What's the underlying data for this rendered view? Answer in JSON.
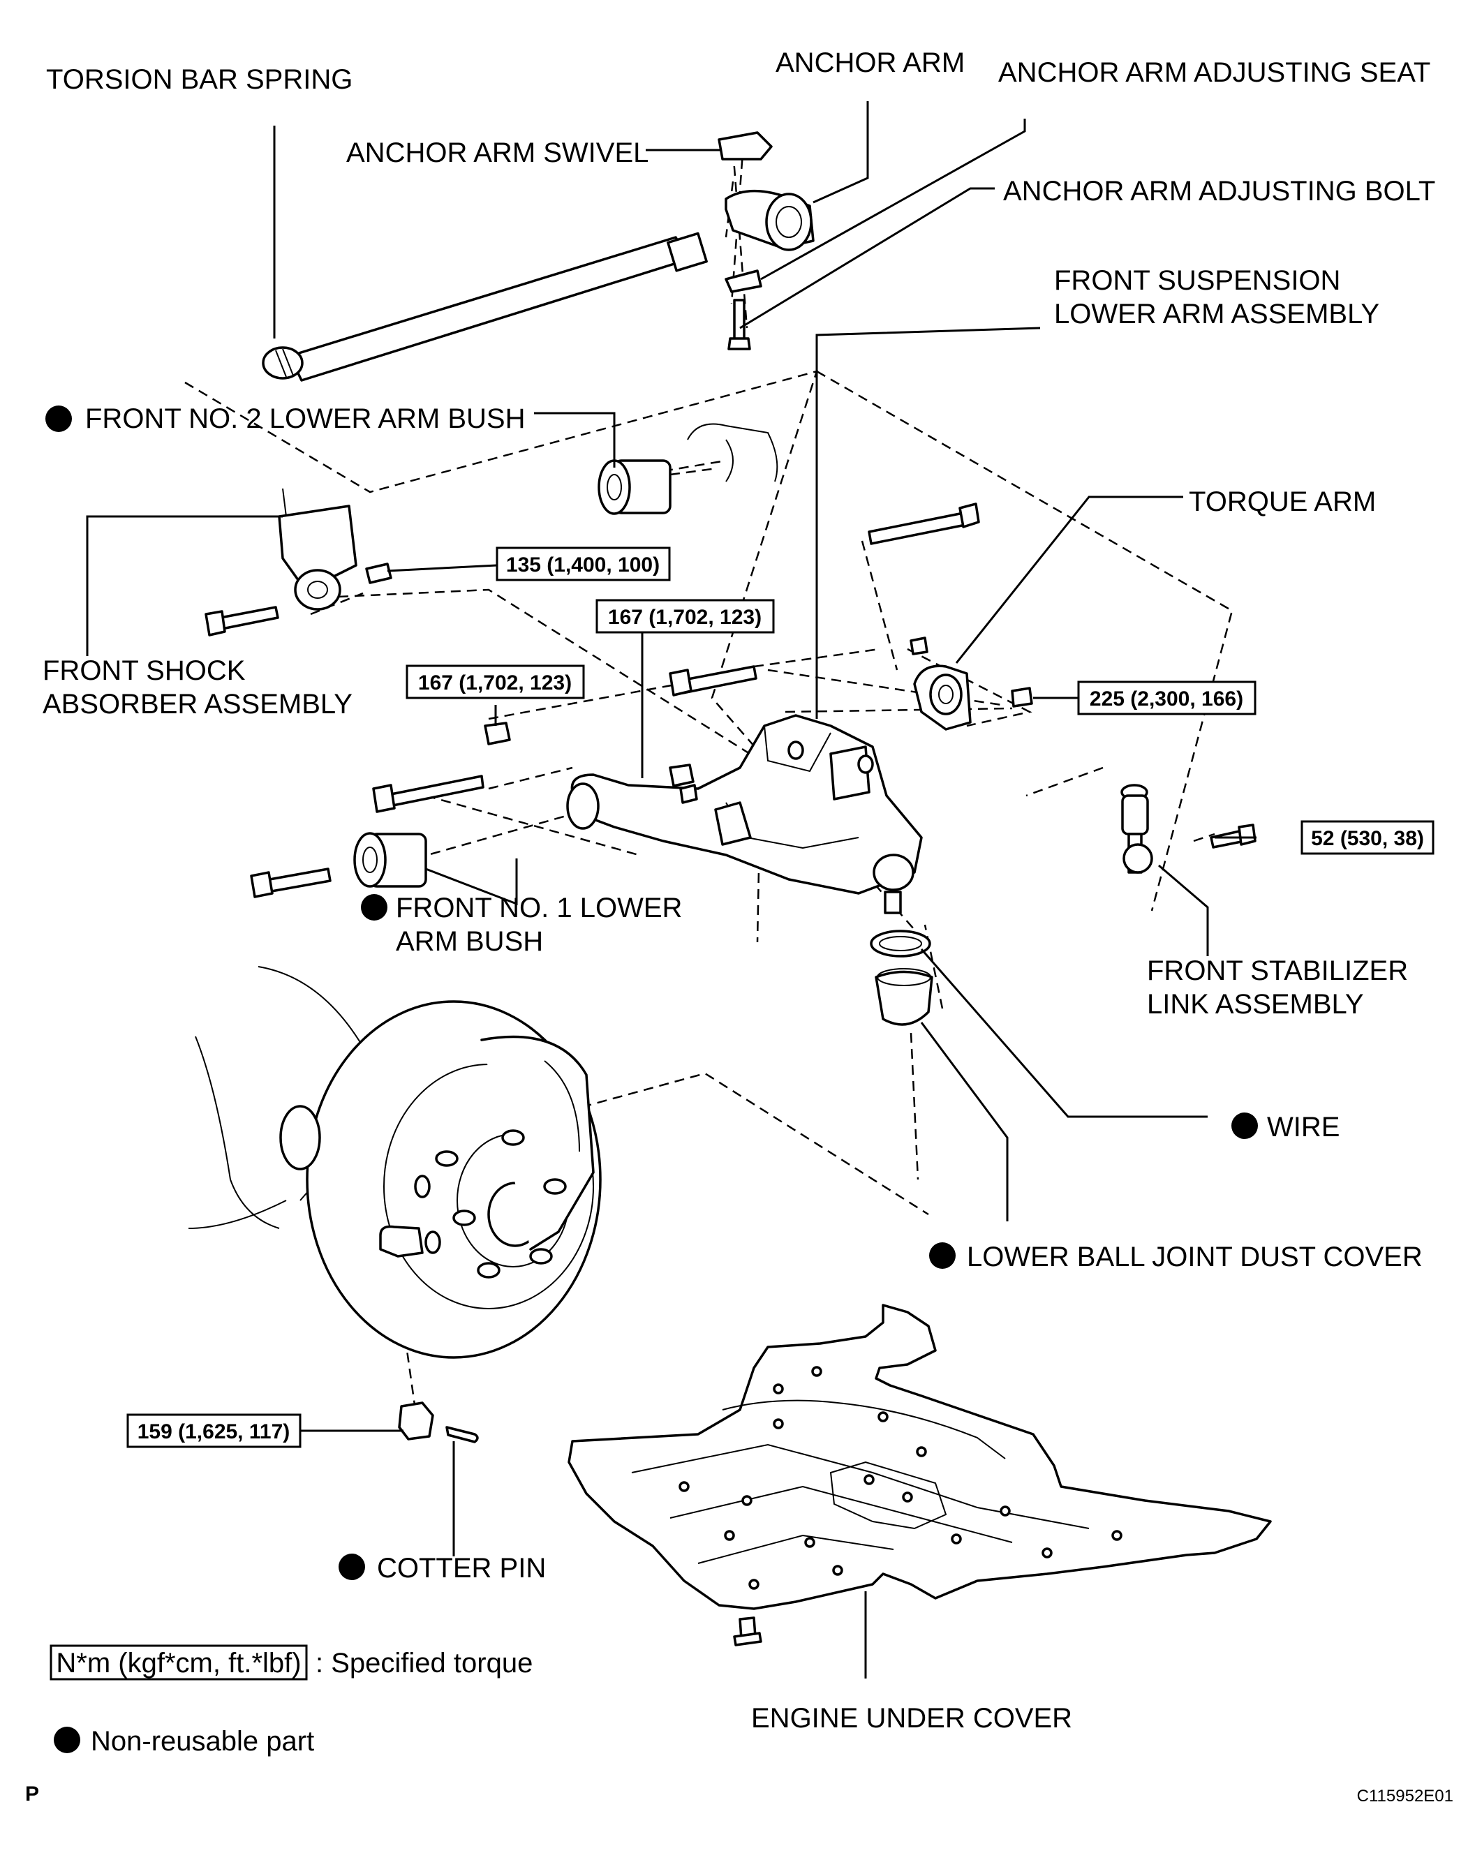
{
  "labels": {
    "torsion_bar_spring": "TORSION BAR SPRING",
    "anchor_arm": "ANCHOR ARM",
    "anchor_arm_adjusting_seat": "ANCHOR ARM ADJUSTING SEAT",
    "anchor_arm_swivel": "ANCHOR ARM SWIVEL",
    "anchor_arm_adjusting_bolt": "ANCHOR ARM ADJUSTING BOLT",
    "front_suspension_lower_arm_1": "FRONT SUSPENSION",
    "front_suspension_lower_arm_2": "LOWER ARM ASSEMBLY",
    "front_no2_lower_arm_bush": "FRONT NO. 2 LOWER ARM BUSH",
    "torque_arm": "TORQUE ARM",
    "front_shock_absorber_1": "FRONT SHOCK",
    "front_shock_absorber_2": "ABSORBER ASSEMBLY",
    "front_no1_lower_arm_bush_1": "FRONT NO. 1 LOWER",
    "front_no1_lower_arm_bush_2": "ARM BUSH",
    "front_stabilizer_link_1": "FRONT STABILIZER",
    "front_stabilizer_link_2": "LINK ASSEMBLY",
    "wire": "WIRE",
    "lower_ball_joint_dust_cover": "LOWER BALL JOINT DUST COVER",
    "cotter_pin": "COTTER PIN",
    "engine_under_cover": "ENGINE UNDER COVER"
  },
  "torques": {
    "shock": "135 (1,400, 100)",
    "upper_bolt": "167 (1,702, 123)",
    "upper_nut": "167 (1,702, 123)",
    "torque_arm_nut": "225 (2,300, 166)",
    "stabilizer": "52 (530, 38)",
    "ball_joint_nut": "159 (1,625, 117)"
  },
  "legend": {
    "torque_box": "N*m (kgf*cm, ft.*lbf)",
    "torque_text": ": Specified torque",
    "nonreusable_text": "Non-reusable part"
  },
  "footer": {
    "page_marker": "P",
    "figure_code": "C115952E01"
  }
}
